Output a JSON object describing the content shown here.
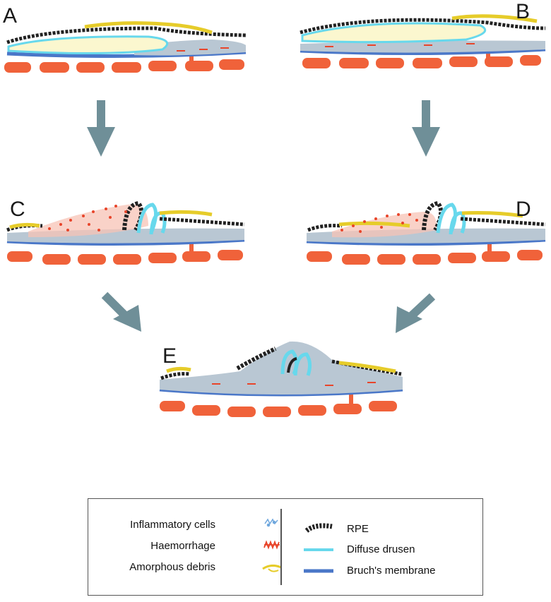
{
  "panels": [
    {
      "id": "A",
      "label": "A"
    },
    {
      "id": "B",
      "label": "B"
    },
    {
      "id": "C",
      "label": "C"
    },
    {
      "id": "D",
      "label": "D"
    },
    {
      "id": "E",
      "label": "E"
    }
  ],
  "legend": {
    "left": [
      {
        "label": "Inflammatory cells",
        "swatch": "inflammatory-cells"
      },
      {
        "label": "Haemorrhage",
        "swatch": "haemorrhage"
      },
      {
        "label": "Amorphous debris",
        "swatch": "amorphous-debris"
      }
    ],
    "right": [
      {
        "label": "RPE",
        "swatch": "rpe"
      },
      {
        "label": "Diffuse drusen",
        "swatch": "diffuse-drusen"
      },
      {
        "label": "Bruch's membrane",
        "swatch": "bruchs-membrane"
      }
    ]
  },
  "colors": {
    "arrow": "#6f8f98",
    "vessel": "#f0623a",
    "bruch": "#4a77c8",
    "drusen": "#67d8ec",
    "fluid": "#fbf7cf",
    "sub_rpe": "#b9c7d3",
    "debris": "#e6cc2a",
    "rpe": "#222222",
    "haemorrhage": "#e8452a",
    "inflammatory": "#6fa7dd"
  }
}
